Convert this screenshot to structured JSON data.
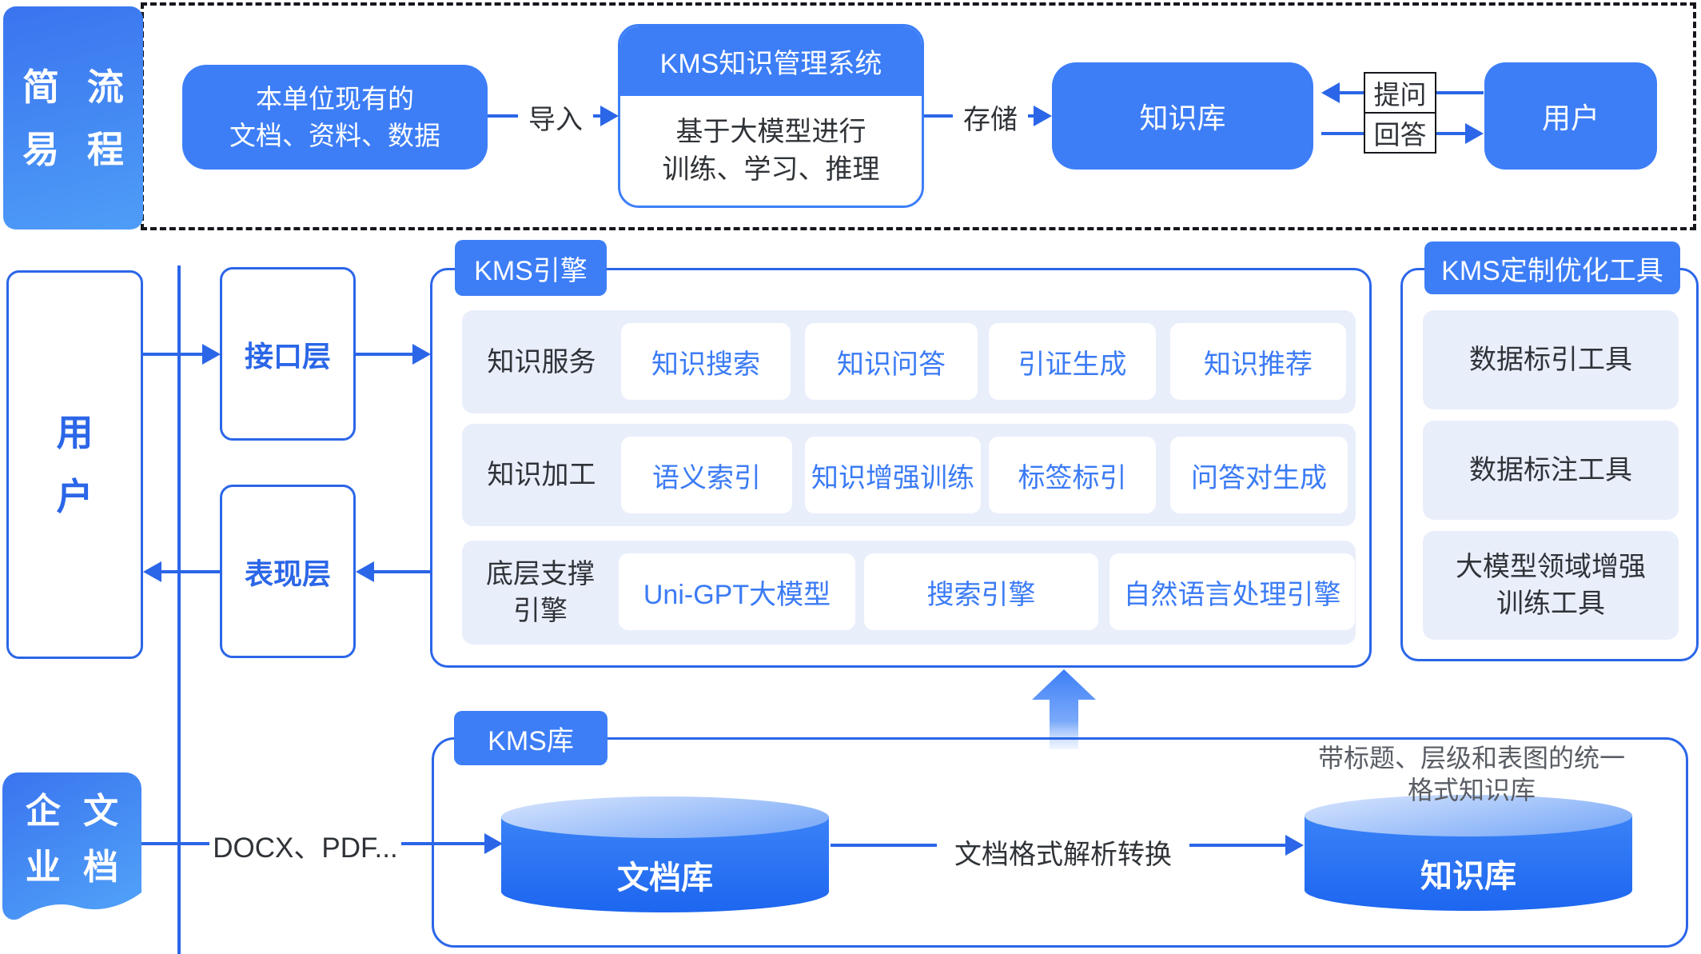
{
  "colors": {
    "accent": "#3D7EF7",
    "line": "#2B66E8",
    "light": "#E9EEFB",
    "chiptext": "#3B7BF5",
    "dark": "#2F3338",
    "note": "#595D64",
    "dash": "#15171C"
  },
  "flow": {
    "banner_line1": "简 流",
    "banner_line2": "易 程",
    "source_line1": "本单位现有的",
    "source_line2": "文档、资料、数据",
    "import_label": "导入",
    "kms_title": "KMS知识管理系统",
    "kms_body_line1": "基于大模型进行",
    "kms_body_line2": "训练、学习、推理",
    "store_label": "存储",
    "kb_label": "知识库",
    "ask_label": "提问",
    "answer_label": "回答",
    "user_label": "用户"
  },
  "middle": {
    "user_line1": "用",
    "user_line2": "户",
    "interface_layer": "接口层",
    "presentation_layer": "表现层",
    "engine": {
      "tag": "KMS引擎",
      "rows": [
        {
          "label_line1": "知识服务",
          "label_line2": "",
          "chips": [
            "知识搜索",
            "知识问答",
            "引证生成",
            "知识推荐"
          ]
        },
        {
          "label_line1": "知识加工",
          "label_line2": "",
          "chips": [
            "语义索引",
            "知识增强训练",
            "标签标引",
            "问答对生成"
          ]
        },
        {
          "label_line1": "底层支撑",
          "label_line2": "引擎",
          "chips": [
            "Uni-GPT大模型",
            "搜索引擎",
            "自然语言处理引擎"
          ]
        }
      ]
    },
    "tools": {
      "tag": "KMS定制优化工具",
      "items": [
        {
          "line1": "数据标引工具",
          "line2": ""
        },
        {
          "line1": "数据标注工具",
          "line2": ""
        },
        {
          "line1": "大模型领域增强",
          "line2": "训练工具"
        }
      ]
    }
  },
  "bottom": {
    "kms_lib_tag": "KMS库",
    "enterprise_line1": "企 文",
    "enterprise_line2": "业 档",
    "docx_label": "DOCX、PDF...",
    "doc_store_label": "文档库",
    "convert_label": "文档格式解析转换",
    "kb_store_label": "知识库",
    "note_line1": "带标题、层级和表图的统一",
    "note_line2": "格式知识库"
  }
}
